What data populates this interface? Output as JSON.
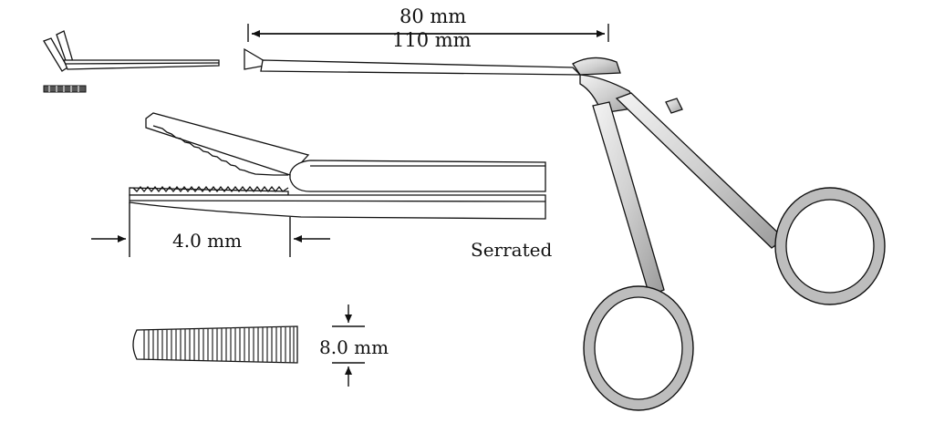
{
  "dimensions": {
    "shaft_length_short": "80 mm",
    "shaft_length_long": "110 mm",
    "jaw_length": "4.0 mm",
    "jaw_width": "8.0 mm"
  },
  "jaw_type": "Serrated",
  "colors": {
    "line": "#111111",
    "metal_light": "#e6e6e6",
    "metal_dark": "#8a8a8a"
  }
}
